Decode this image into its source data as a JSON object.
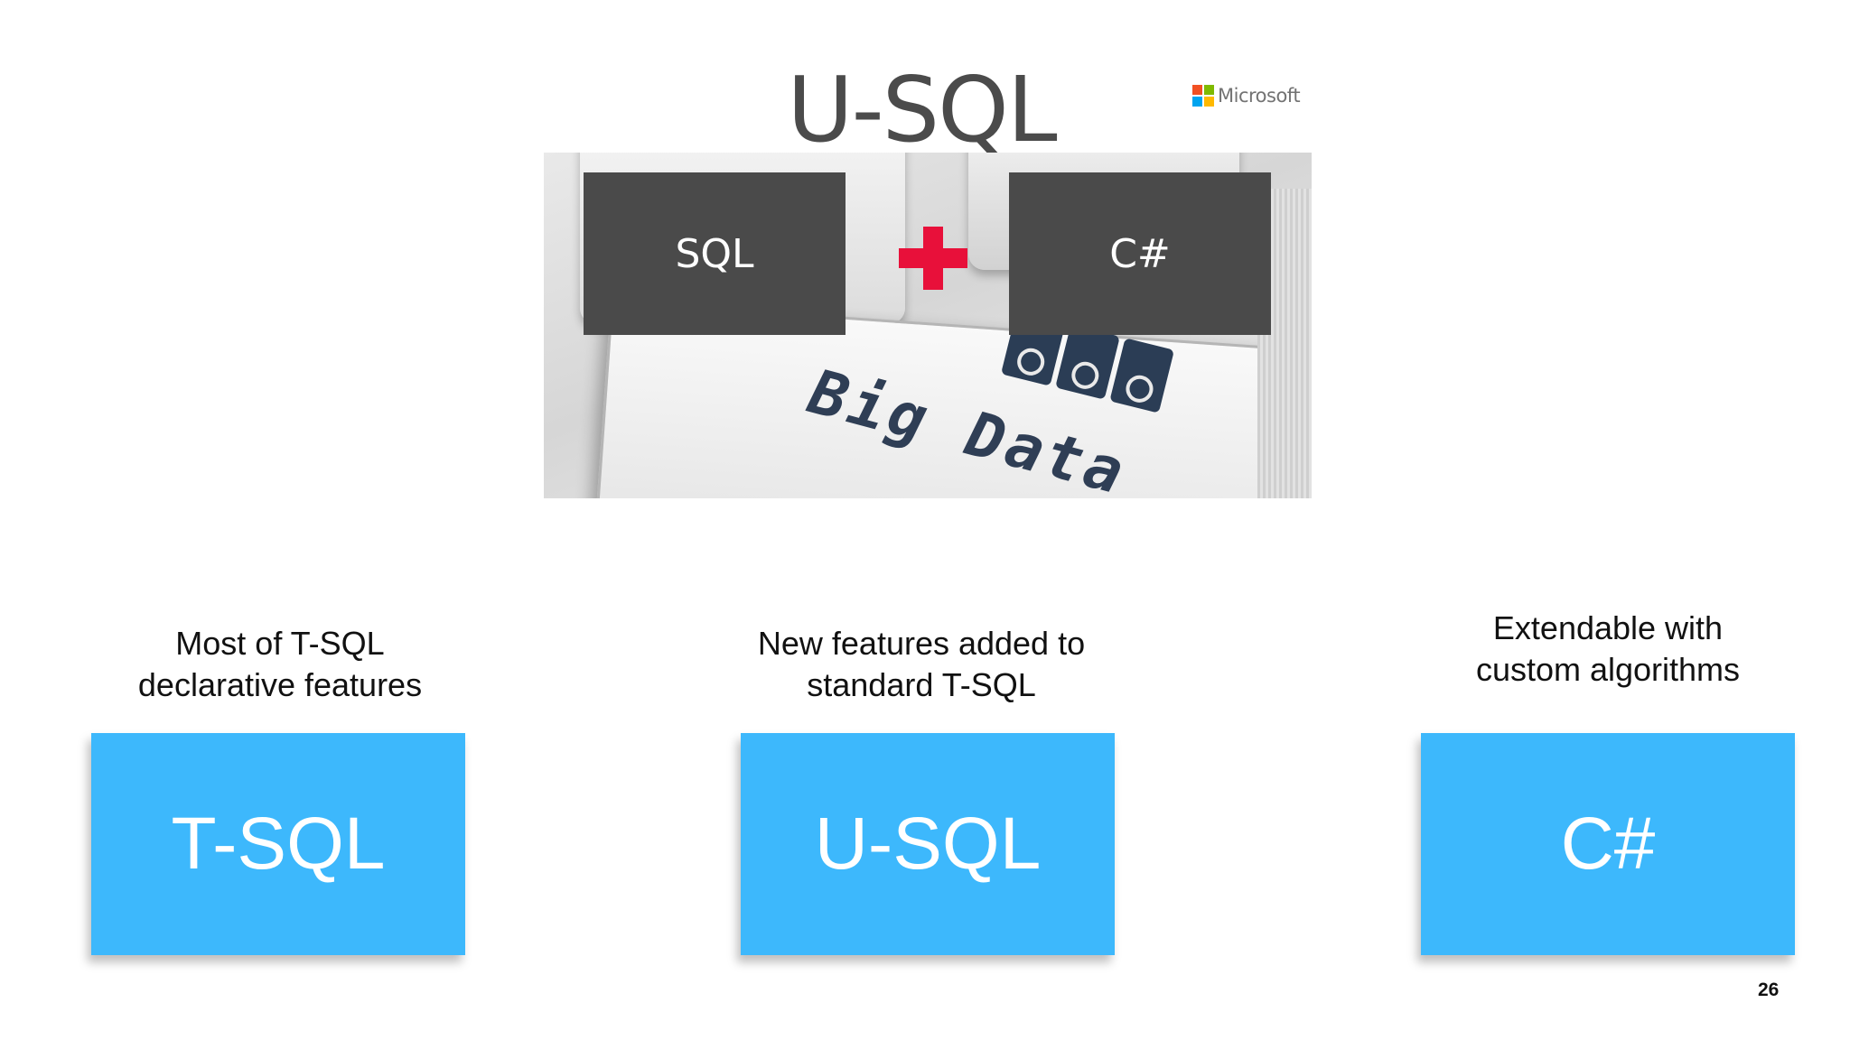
{
  "hero": {
    "title": "U-SQL",
    "brand": "Microsoft",
    "brand_colors": [
      "#f25022",
      "#7fba00",
      "#00a4ef",
      "#ffb900"
    ],
    "left_box": "SQL",
    "right_box": "C#",
    "key_text": "Big Data",
    "accent_plus_color": "#e8103a"
  },
  "columns": [
    {
      "caption": "Most of T-SQL\ndeclarative features",
      "box": "T-SQL"
    },
    {
      "caption": "New features added to\nstandard T-SQL",
      "box": "U-SQL"
    },
    {
      "caption": "Extendable with\ncustom algorithms",
      "box": "C#"
    }
  ],
  "box_color": "#3db8fc",
  "page_number": "26"
}
